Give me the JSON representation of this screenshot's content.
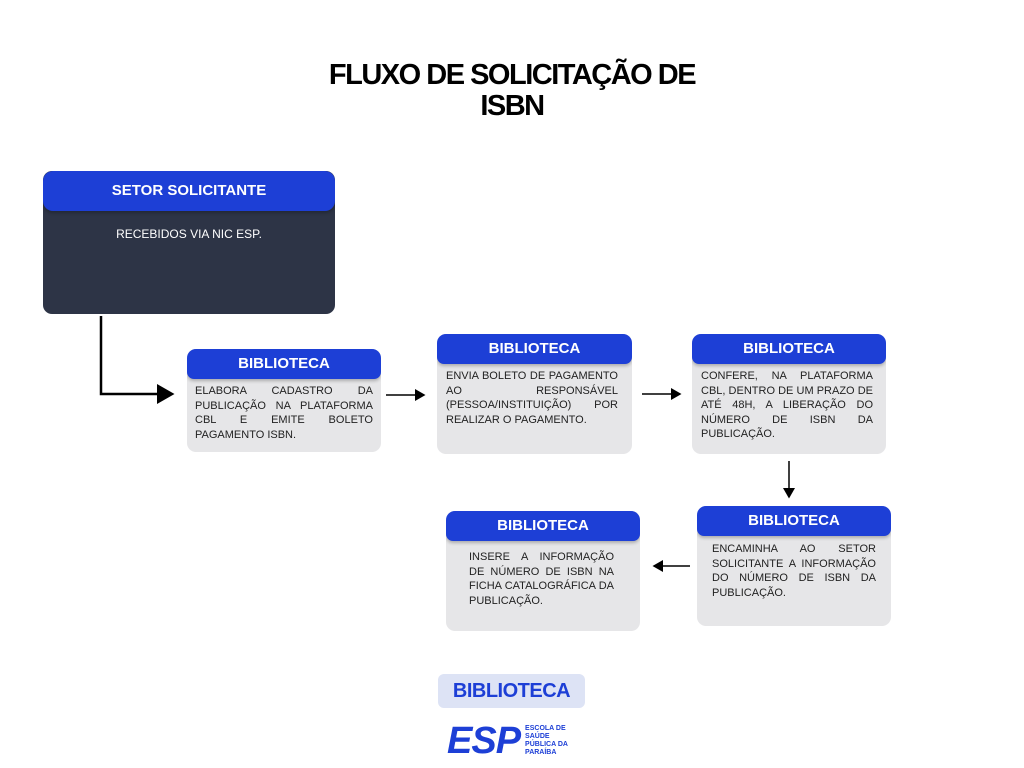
{
  "title": {
    "line1": "FLUXO DE SOLICITAÇÃO DE",
    "line2": "ISBN"
  },
  "steps": [
    {
      "header": "SETOR SOLICITANTE",
      "text": "RECEBIDOS VIA NIC ESP."
    },
    {
      "header": "BIBLIOTECA",
      "text": "ELABORA CADASTRO DA PUBLICAÇÃO NA PLATAFORMA CBL E EMITE BOLETO PAGAMENTO ISBN."
    },
    {
      "header": "BIBLIOTECA",
      "text": "ENVIA BOLETO DE PAGAMENTO AO RESPONSÁVEL (PESSOA/INSTITUIÇÃO) POR REALIZAR O PAGAMENTO."
    },
    {
      "header": "BIBLIOTECA",
      "text": "CONFERE, NA PLATAFORMA CBL, DENTRO DE UM PRAZO DE ATÉ 48H, A LIBERAÇÃO DO NÚMERO DE ISBN DA PUBLICAÇÃO."
    },
    {
      "header": "BIBLIOTECA",
      "text": "ENCAMINHA AO SETOR SOLICITANTE A INFORMAÇÃO DO NÚMERO DE ISBN DA PUBLICAÇÃO."
    },
    {
      "header": "BIBLIOTECA",
      "text": "INSERE A INFORMAÇÃO DE NÚMERO DE ISBN NA FICHA CATALOGRÁFICA DA PUBLICAÇÃO."
    }
  ],
  "footer": {
    "label": "BIBLIOTECA",
    "logo_mark": "ESP",
    "logo_text": "ESCOLA DE SAÚDE PÚBLICA DA PARAÍBA"
  },
  "colors": {
    "accent": "#1d3fd6",
    "dark_card": "#2d3446",
    "card_body": "#e6e6e8"
  }
}
